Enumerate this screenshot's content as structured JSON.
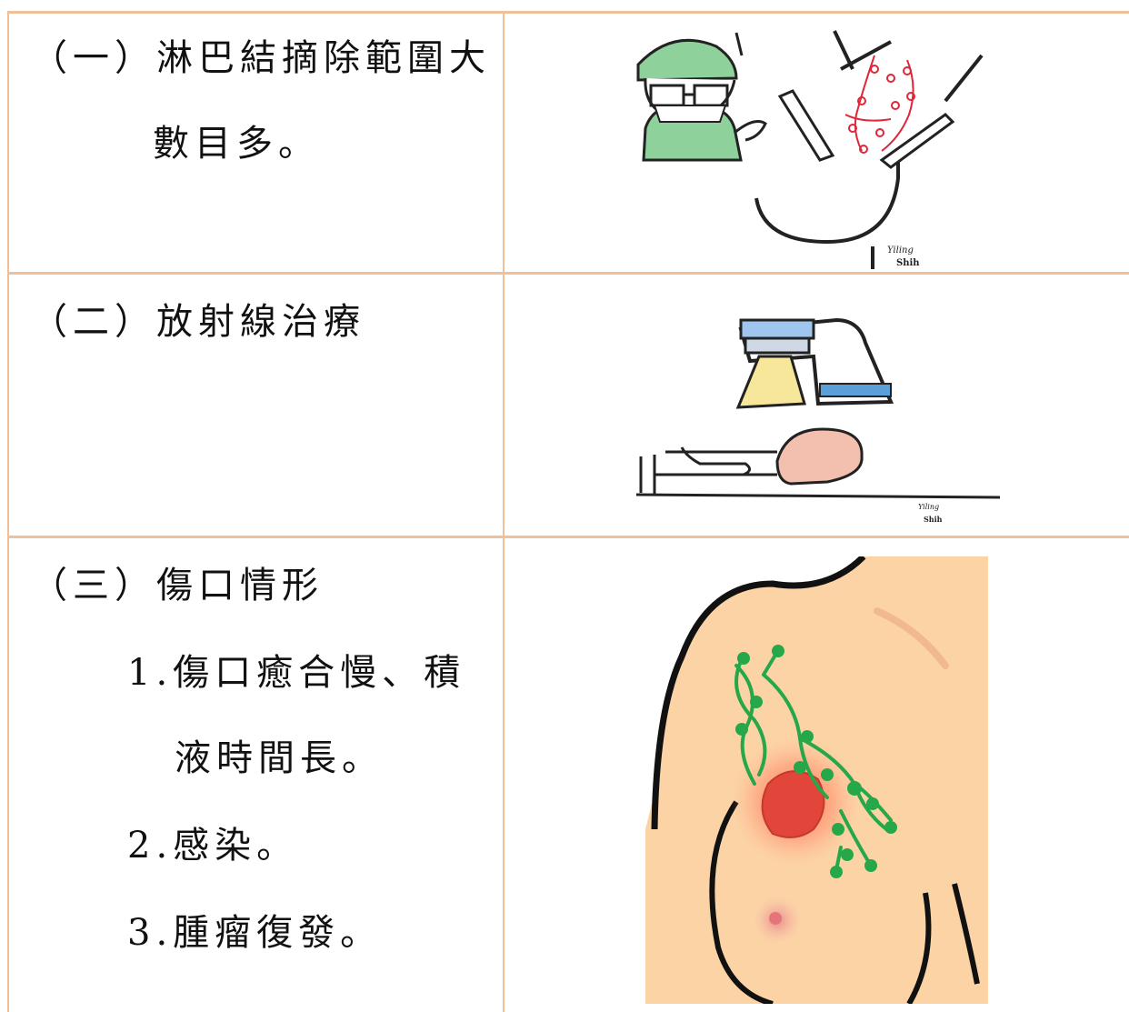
{
  "rows": [
    {
      "heading": "（一）淋巴結摘除範圍大",
      "continuation": "數目多。"
    },
    {
      "heading": "（二）放射線治療"
    },
    {
      "heading": "（三）傷口情形",
      "items": [
        {
          "line1": "1.傷口癒合慢、積",
          "line2": "液時間長。"
        },
        {
          "line1": "2.感染。"
        },
        {
          "line1": "3.腫瘤復發。"
        }
      ]
    }
  ],
  "illustrations": {
    "surgery": {
      "signature_line1": "Yiling",
      "signature_line2": "Shih"
    },
    "radiation": {
      "signature_line1": "Yiling",
      "signature_line2": "Shih"
    }
  },
  "colors": {
    "table_border": "#f0c09b",
    "skin": "#fcd3a5",
    "lymph": "#26a84a",
    "tumor": "#e2453a"
  }
}
